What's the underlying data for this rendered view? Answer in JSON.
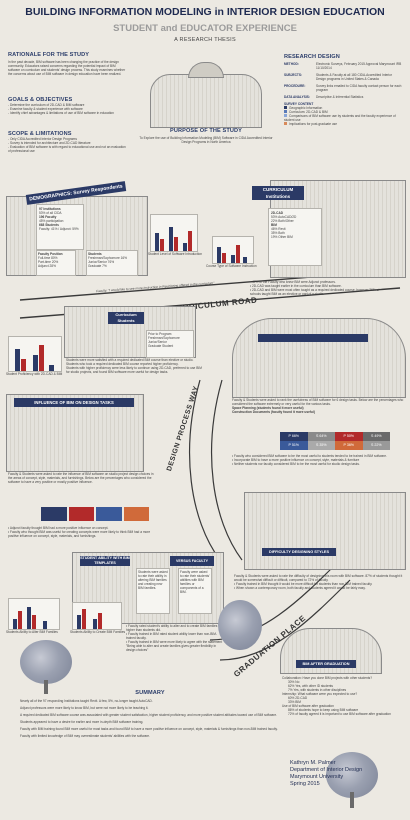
{
  "header": {
    "title": "BUILDING INFORMATION MODELING in INTERIOR DESIGN EDUCATION",
    "subtitle": "STUDENT and EDUCATOR EXPERIENCE",
    "thesis": "A RESEARCH THESIS"
  },
  "rationale": {
    "heading": "RATIONALE FOR THE STUDY",
    "text": "In the past decade, BIM software has been changing the practice of the design community. Educators raised concerns regarding the potential impact of BIM software on curriculum and students' design process. This study examines whether the concerns about use of BIM software in design education have been realized."
  },
  "goals": {
    "heading": "GOALS & OBJECTIVES",
    "items": [
      "- Determine the curriculum of 2D-CAD & BIM software",
      "- Examine faculty & student experience with software",
      "- Identify chief advantages & limitations of use of BIM software in education"
    ]
  },
  "scope": {
    "heading": "SCOPE & LIMITATIONS",
    "items": [
      "- Only CIDA Accredited Interior Design Programs",
      "- Survey is intended for architecture and 2D-CAD literature",
      "- Evaluation of BIM software is with regard to educational use and not an evaluation of professional use"
    ]
  },
  "research_design": {
    "heading": "RESEARCH DESIGN",
    "rows": [
      {
        "label": "METHOD:",
        "value": "Electronic Surveys, February 2015 Approval Marymount IRB 11/10/2014"
      },
      {
        "label": "SUBJECTS:",
        "value": "Students & Faculty at all 180 CIDA-Accredited Interior Design programs in United States & Canada"
      },
      {
        "label": "PROCEDURE:",
        "value": "Survey links emailed to CIDA faculty contact person for each program"
      },
      {
        "label": "DATA ANALYSIS:",
        "value": "Descriptive & Inferential Statistics"
      }
    ],
    "survey_content_heading": "SURVEY CONTENT",
    "survey_content": [
      "Geographic Information",
      "Curriculum: 2D-CAD & BIM",
      "Comparisons of BIM software use by students and the faculty experience of student use",
      "Implications for post-graduate use"
    ]
  },
  "purpose": {
    "heading": "PURPOSE OF THE STUDY",
    "text": "To Explore the use of Building Information Modeling (BIM) Software in CIDA Accredited Interior Design Programs in North America"
  },
  "demographics": {
    "heading": "DEMOGRAPHICS: Survey Respondents",
    "stats": [
      "97 Institutions",
      "53% of all CIDA",
      "196 Faculty",
      "45% participation",
      "668 Students",
      "Faculty: 41% / Adjunct: 59%"
    ],
    "faculty_position_heading": "Faculty Position",
    "faculty_position": [
      "Full-time 80%",
      "Part-time 20%",
      "Adjunct 28%"
    ],
    "students_heading": "Students",
    "students": [
      "Freshman/Sophomore 16%",
      "Junior/Senior 76%",
      "Graduate 7%"
    ],
    "chart1_title": "Student Level of Software Introduction",
    "chart2_title": "Course Type of Software Instruction"
  },
  "curriculum": {
    "heading": "CURRICULUM Institutions",
    "items": [
      "2D-CAD",
      "53% AutoCAD/2D",
      "22% Both/Other",
      "BIM",
      "46% Revit",
      "35% Both",
      "19% Other BIM"
    ],
    "notes": [
      "• 47% of the Faculty who knew BIM were Adjunct professors.",
      "• 2D-CAD was taught earlier in the curriculum than BIM software.",
      "• 2D-CAD and BIM were most often taught as a required dedicated course, however 26% of schools taught BIM as an elective or part of a studio."
    ],
    "road_label": "CURRICULUM ROAD",
    "road_note": "Faculty: \"I would like to see more instruction in Revit being offered in the curriculum\""
  },
  "students_section": {
    "heading": "Curriculum Students",
    "items": [
      "Prior to Program",
      "Freshman/Sophomore",
      "Junior/Senior",
      "Graduate Student"
    ],
    "chart_title": "Student Proficiency with 2D-CAD & BIM",
    "notes": [
      "Students were more satisfied with a required dedicated BIM course than elective or studio.",
      "Students who took a required dedicated BIM course reported higher proficiency.",
      "Students with higher proficiency were less likely to continue using 2D-CAD, preferred to use BIM for studio projects, and found BIM software more useful for design tasks."
    ]
  },
  "design_process": {
    "heading": "INFLUENCE OF BIM ON DESIGN TASKS",
    "way_label": "DESIGN PROCESS WAY",
    "notes_left": [
      "Faculty & Students were asked to rate the influence of BIM software on studio project design choices in the areas of concept, style, materials, and furnishings. Below are the percentages who considered the software to have a very positive or mostly positive influence.",
      "• Adjunct faculty thought BIM had a more positive influence on concept.",
      "• Faculty who thought BIM was useful for creating concepts were more likely to think BIM had a more positive influence on concept, style, materials, and furnishings."
    ],
    "notes_right": [
      "Faculty & Students were asked to rank the usefulness of BIM software for 6 design tasks. Below are the percentages who considered the software extremely or very useful for the various tasks.",
      "Space Planning (students found it more useful)",
      "Construction Documents (faculty found it more useful)",
      "• Faculty who considered BIM software to be the most useful to students tended to be trained in BIM software.",
      "• Incorporate BIM to have a more positive influence on concept, style, materials & furniture",
      "• Neither students nor faculty considered BIM to be the most useful for studio design tasks."
    ],
    "pct_values": [
      "P 66%",
      "S 64%",
      "P 50%",
      "S 49%",
      "P 51%",
      "S 35%",
      "P 36%",
      "S 22%"
    ]
  },
  "difficulty": {
    "heading": "DIFFICULTY DESIGNING STYLES",
    "notes": [
      "Faculty & Students were asked to rate the difficulty of designing this room with BIM software. 87% of students thought it would be somewhat difficult or difficult, compared to 72% of faculty.",
      "• Faculty trained in BIM thought it would be more difficult for students than non-BIM trained faculty.",
      "• When shown a contemporary room, both faculty and students agreed it would be fairly easy."
    ]
  },
  "ability": {
    "heading": "STUDENT ABILITY WITH BIM TEMPLATES",
    "students_note": "Students were asked to rate their ability in altering BIM families and creating new BIM families.",
    "faculty_heading": "VERSUS FACULTY",
    "faculty_note": "Faculty were asked to rate their students' abilities with BIM families or components of a BIM.",
    "chart_left": "Students Ability to Alter BIM Families",
    "chart_right": "Students Ability to Create BIM Families",
    "notes": [
      "• Faculty rated student's ability to alter and to create BIM families higher than students did.",
      "• Faculty trained in BIM rated student ability lower than non-BIM-trained faculty.",
      "• Faculty trained in BIM were more likely to agree with the statement \"Being able to alter and create families gives greater flexibility in design choices\""
    ]
  },
  "graduation": {
    "place_label": "GRADUATION PLACE",
    "heading": "BIM AFTER GRADUATION",
    "items": [
      "Collaboration: Have you done BIM projects with other students?",
      "30% No",
      "62% Yes, with other ID students",
      "7% Yes, with students in other disciplines",
      "Internship: What software were you expected to use?",
      "60% 2D-CAD",
      "33% BIM",
      "Use of BIM software after graduation",
      "86% of students hope to keep using BIM software",
      "72% of faculty agreed it is important to use BIM software after graduation"
    ]
  },
  "summary": {
    "heading": "SUMMARY",
    "items": [
      "Nearly all of the 97 responding Institutions taught Revit. A few, 5%, no-longer taught AutoCAD.",
      "Adjunct professors were more likely to know BIM, but were not more likely to be teaching it.",
      "A required dedicated BIM software course was associated with greater student satisfaction, higher student proficiency, and more positive student attitudes toward use of BIM software.",
      "Students appeared to have a desire for earlier and more in-depth BIM software training.",
      "Faculty with BIM training found BIM more useful for most tasks and found BIM to have a more positive influence on concept, style, materials & furnishings than non-BIM trained faculty.",
      "Faculty with limited knowledge of BIM may overestimate students' abilities with the software."
    ]
  },
  "author": {
    "name": "Kathryn M. Palmer",
    "dept": "Department of Interior Design",
    "university": "Marymount University",
    "term": "Spring 2015"
  },
  "colors": {
    "navy": "#2b3a66",
    "accent_red": "#b22a2a",
    "accent_blue": "#3a5a9a",
    "bg": "#ece9e2"
  }
}
